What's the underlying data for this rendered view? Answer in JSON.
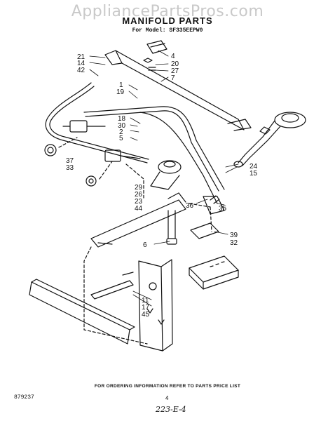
{
  "watermark": "AppliancePartsPros.com",
  "title": "MANIFOLD PARTS",
  "model_line": "For Model: SF335EEPW0",
  "callouts": [
    "21",
    "14",
    "42",
    "1",
    "19",
    "18",
    "30",
    "2",
    "5",
    "37",
    "33",
    "29",
    "26",
    "23",
    "44",
    "6",
    "4",
    "20",
    "27",
    "7",
    "24",
    "15",
    "36",
    "35",
    "39",
    "32",
    "11",
    "17",
    "45"
  ],
  "footer": "FOR ORDERING INFORMATION REFER TO PARTS PRICE LIST",
  "figure_number": "879237",
  "page_number": "4",
  "handwritten_note": "223-E-4"
}
